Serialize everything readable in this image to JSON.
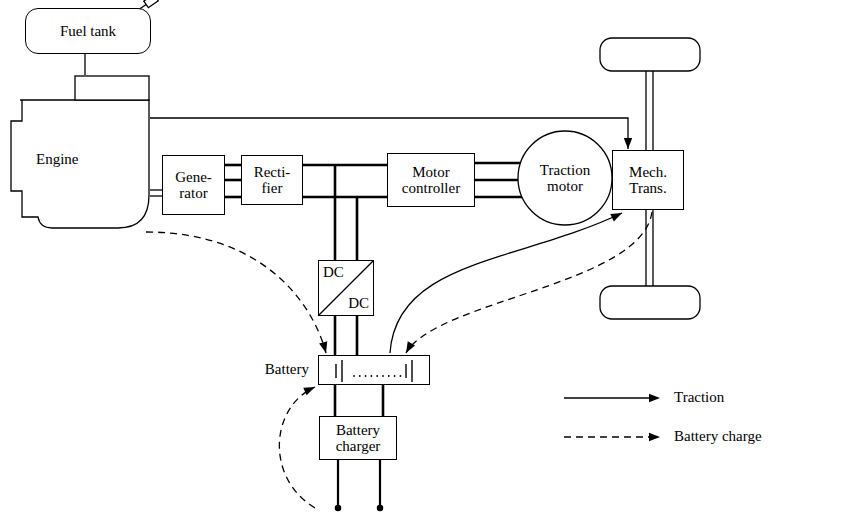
{
  "diagram": {
    "nodes": [
      {
        "text": [
          "Fuel tank"
        ]
      },
      {
        "text": [
          "Engine"
        ]
      },
      {
        "text": [
          "Gene- rator"
        ]
      },
      {
        "text": [
          "Recti- fier"
        ]
      },
      {
        "text": [
          "Motor controller"
        ]
      },
      {
        "text": [
          "Traction motor"
        ]
      },
      {
        "text": [
          "Mech. Trans."
        ]
      },
      {
        "text": [
          "DC",
          "DC"
        ]
      },
      {
        "text": [
          "Battery"
        ]
      },
      {
        "text": [
          "Battery charger"
        ]
      }
    ],
    "edges": [
      {
        "from": 0,
        "to": 1,
        "arrow": "none"
      },
      {
        "from": 1,
        "to": 6,
        "arrow": "to"
      },
      {
        "from": 1,
        "to": 2,
        "arrow": "none"
      },
      {
        "from": 2,
        "to": 3,
        "arrow": "none"
      },
      {
        "from": 3,
        "to": 4,
        "arrow": "none"
      },
      {
        "from": 4,
        "to": 5,
        "arrow": "none"
      },
      {
        "from": 5,
        "to": 6,
        "arrow": "none"
      },
      {
        "from": 3,
        "to": 7,
        "arrow": "none"
      },
      {
        "from": 7,
        "to": 8,
        "arrow": "none"
      },
      {
        "from": 8,
        "to": 9,
        "arrow": "none"
      },
      {
        "from": 1,
        "to": 8,
        "arrow": "to"
      },
      {
        "from": 6,
        "to": 8,
        "arrow": "to"
      },
      {
        "from": 8,
        "to": 6,
        "arrow": "to"
      },
      {
        "from": 9,
        "to": 8,
        "arrow": "to"
      }
    ],
    "legend": [
      {
        "text": "Traction"
      },
      {
        "text": "Battery charge"
      }
    ]
  }
}
